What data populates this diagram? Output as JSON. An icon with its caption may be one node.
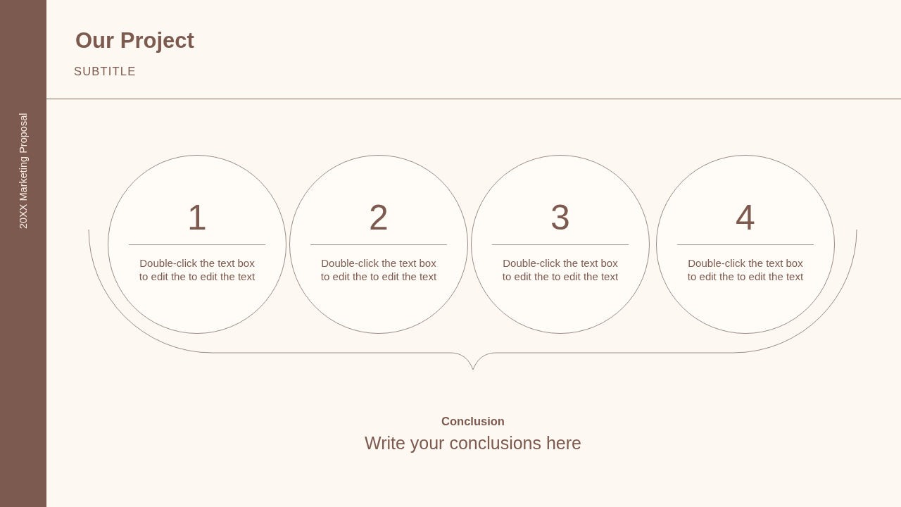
{
  "diagram": {
    "title": "Our Project",
    "nodes": [
      {
        "text": [
          "1",
          "Double-click the text box to edit the to edit the text"
        ]
      },
      {
        "text": [
          "2",
          "Double-click the text box to edit the to edit the text"
        ]
      },
      {
        "text": [
          "3",
          "Double-click the text box to edit the to edit the text"
        ]
      },
      {
        "text": [
          "4",
          "Double-click the text box to edit the to edit the text"
        ]
      }
    ],
    "labels": [
      "20XX Marketing Proposal",
      "SUBTITLE",
      "Conclusion",
      "Write your conclusions here"
    ]
  }
}
